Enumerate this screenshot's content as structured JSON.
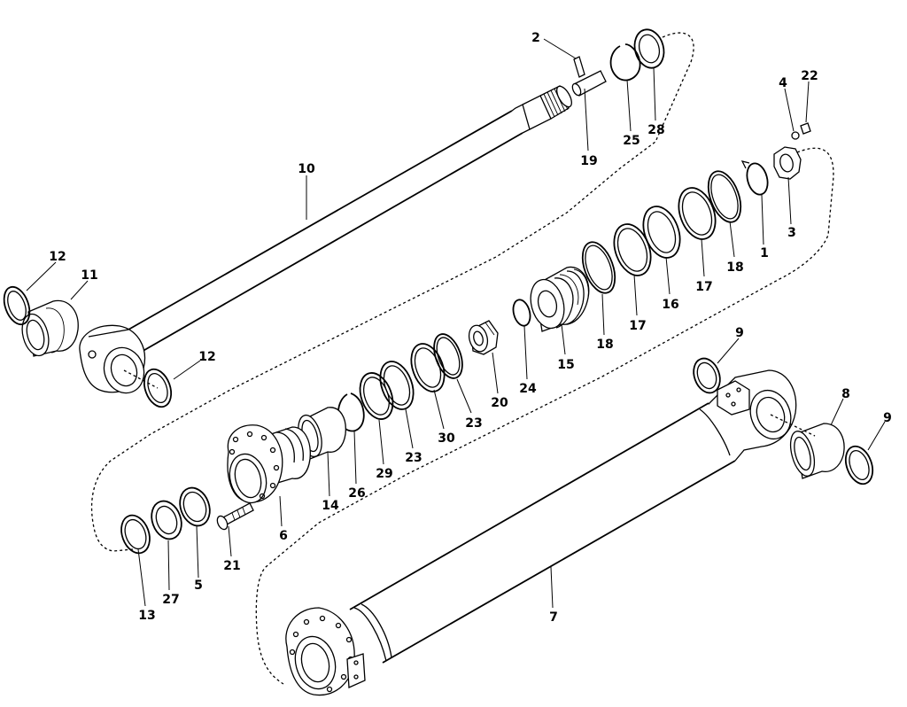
{
  "callouts": {
    "c1": "1",
    "c2": "2",
    "c3": "3",
    "c4": "4",
    "c5": "5",
    "c6": "6",
    "c7": "7",
    "c8": "8",
    "c9a": "9",
    "c9b": "9",
    "c10": "10",
    "c11": "11",
    "c12a": "12",
    "c12b": "12",
    "c13": "13",
    "c14": "14",
    "c15": "15",
    "c16": "16",
    "c17a": "17",
    "c17b": "17",
    "c18a": "18",
    "c18b": "18",
    "c19": "19",
    "c20": "20",
    "c21": "21",
    "c22": "22",
    "c23a": "23",
    "c23b": "23",
    "c24": "24",
    "c25": "25",
    "c26": "26",
    "c27": "27",
    "c28": "28",
    "c29": "29",
    "c30": "30"
  }
}
